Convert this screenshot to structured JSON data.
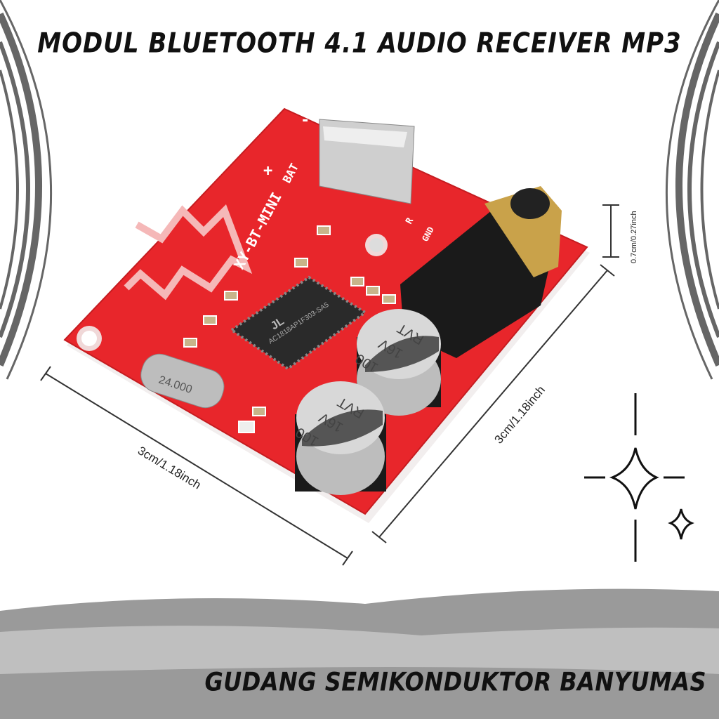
{
  "title": "MODUL BLUETOOTH 4.1 AUDIO RECEIVER MP3",
  "footer": "GUDANG SEMIKONDUKTOR BANYUMAS",
  "dimensions": {
    "width_label": "3cm/1.18inch",
    "depth_label": "3cm/1.18inch",
    "height_label": "0.7cm/0.27inch"
  },
  "board": {
    "model": "XY-BT-MINI",
    "bat_label": "BAT",
    "plus": "+",
    "minus": "-",
    "r_label": "R",
    "gnd_label": "GND",
    "chip_brand": "JL",
    "chip_marking": "AC1818AP1F303-SA5",
    "crystal": "24.000",
    "capacitor_value": "100",
    "capacitor_voltage": "16V",
    "capacitor_series": "RVT"
  },
  "colors": {
    "pcb": "#e8262b",
    "text": "#111111",
    "swoosh": "#9a9a9a"
  }
}
